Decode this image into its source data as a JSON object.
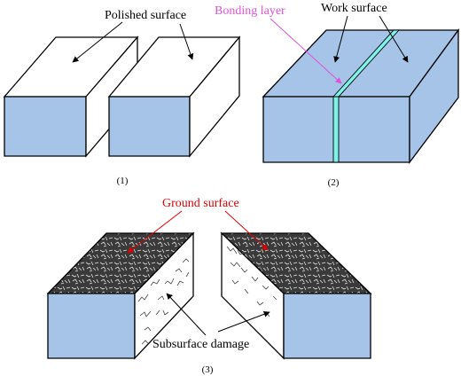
{
  "labels": {
    "polished_surface": "Polished surface",
    "bonding_layer": "Bonding layer",
    "work_surface": "Work surface",
    "ground_surface": "Ground surface",
    "subsurface_damage": "Subsurface damage"
  },
  "panels": {
    "p1": "(1)",
    "p2": "(2)",
    "p3": "(3)"
  },
  "colors": {
    "block_front": "#a6c4e7",
    "block_top_white": "#ffffff",
    "block_top_blue": "#a6c4e7",
    "bonding_layer": "#7ff2ea",
    "bonding_text": "#e052d8",
    "ground_text": "#e00000",
    "ground_surface": "#3a3a3a",
    "outline": "#000000"
  }
}
